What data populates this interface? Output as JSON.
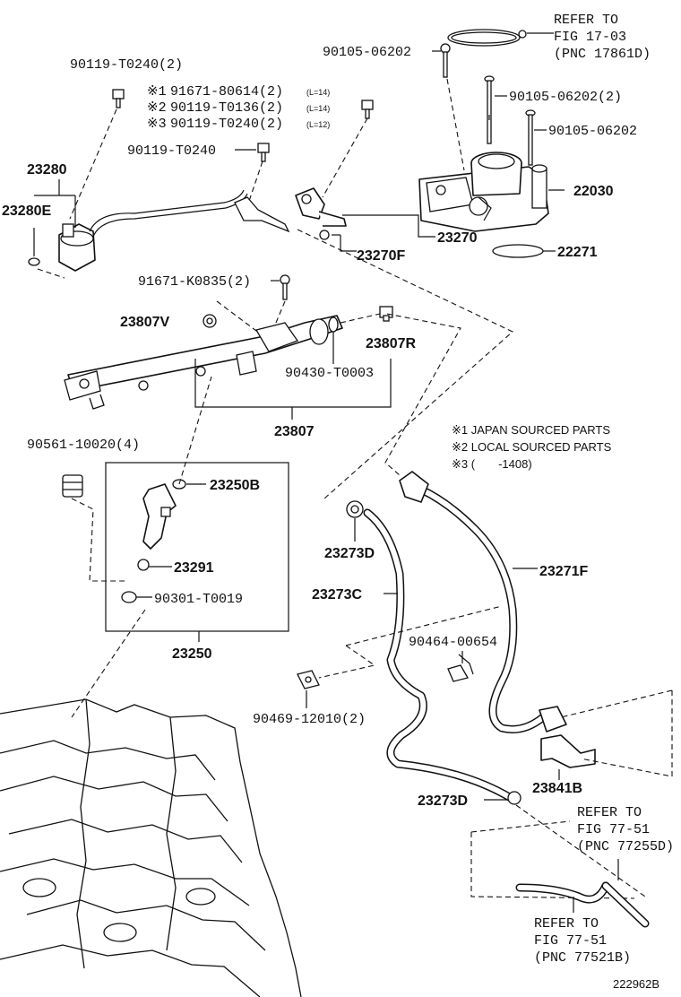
{
  "callouts": {
    "refer_1703": {
      "l1": "REFER TO",
      "l2": "FIG 17-03",
      "l3": "(PNC 17861D)"
    },
    "p_90105_a": "90105-06202",
    "p_90105_b": "90105-06202(2)",
    "p_90105_c": "90105-06202",
    "p_22030": "22030",
    "p_22271": "22271",
    "p_23270": "23270",
    "p_23270F": "23270F",
    "p_90119_top": "90119-T0240(2)",
    "variants": [
      {
        "mark": "※1",
        "part": "91671-80614(2)",
        "note": "(L=14)"
      },
      {
        "mark": "※2",
        "part": "90119-T0136(2)",
        "note": "(L=14)"
      },
      {
        "mark": "※3",
        "part": "90119-T0240(2)",
        "note": "(L=12)"
      }
    ],
    "p_90119_single": "90119-T0240",
    "p_23280": "23280",
    "p_23280E": "23280E",
    "p_91671": "91671-K0835(2)",
    "p_23807V": "23807V",
    "p_23807R": "23807R",
    "p_90430": "90430-T0003",
    "p_23807": "23807",
    "p_90561": "90561-10020(4)",
    "p_23250B": "23250B",
    "p_23291": "23291",
    "p_90301": "90301-T0019",
    "p_23250": "23250",
    "p_23273D_a": "23273D",
    "p_23273C": "23273C",
    "p_23271F": "23271F",
    "p_90464": "90464-00654",
    "p_90469": "90469-12010(2)",
    "p_23841B": "23841B",
    "p_23273D_b": "23273D",
    "refer_7751_a": {
      "l1": "REFER TO",
      "l2": "FIG 77-51",
      "l3": "(PNC 77255D)"
    },
    "refer_7751_b": {
      "l1": "REFER TO",
      "l2": "FIG 77-51",
      "l3": "(PNC 77521B)"
    }
  },
  "legend": [
    "※1 JAPAN SOURCED PARTS",
    "※2 LOCAL SOURCED PARTS",
    "※3 (　　-1408)"
  ],
  "figure_code": "222962B"
}
